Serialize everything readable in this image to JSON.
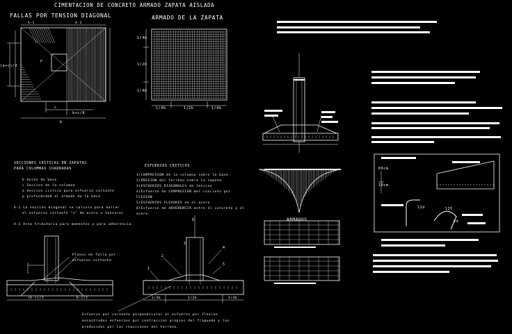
{
  "drawing": {
    "main_title": "CIMENTACION DE CONCRETO ARMADO ZAPATA AISLADA",
    "shear_title": "FALLAS POR TENSION DIAGONAL",
    "reinforcement_title": "ARMADO DE LA ZAPATA",
    "armados_label": "ARMADOS"
  },
  "plan_labels": {
    "section_a": "A-1",
    "section_b": "A-2",
    "left_dim": "(a+c)/2",
    "face_label": "F",
    "bottom_c": "c",
    "bottom_dim": "b+c/8",
    "bottom_b": "b",
    "reinf_dim_1": "1/4b",
    "reinf_dim_2": "1/2b",
    "reinf_dim_3": "1/4b",
    "reinf_left_1": "1/4b",
    "reinf_left_2": "1/2b",
    "reinf_left_3": "1/4b"
  },
  "critical_sections": {
    "title_1": "SECCIONES CRITICAS EN ZAPATAS",
    "title_2": "PARA COLUMNAS CUADRADAS",
    "items": [
      "b   Ancho de base",
      "c   Seccion de la columna",
      "a   Seccion critica para esfuerzo cortante",
      "p   profundidad al armado de la base"
    ],
    "note_1a": "A-1  La seccion diagonal se calcula para hallar",
    "note_1b": "el esfuerzo cortante \"v\" de acero o tensores",
    "note_2": "A-2  Area tributaria para momentos y para adherencia."
  },
  "critical_stresses": {
    "title": "ESFUERZOS CRITICOS",
    "items": [
      "1)COMPRESION de la columna sobre la base.",
      "2)PRESION del terreno sobre la zapata",
      "3)ESFUERZOS DIAGONALES de tension",
      "4)Esfuerzo de COMPRESION del concreto por",
      "   FLEXION",
      "5)ESFUERZOS FLEXORES en el acero",
      "6)Esfuerzo de ADHERENCIA entre el concreto y el",
      "   acero."
    ]
  },
  "section_labels": {
    "failure_note_1": "Planos de falla por",
    "failure_note_2": "esfuerzo cortante",
    "dim_left": "(b-c)/2",
    "dim_right": "b-c/2",
    "mid_dim_1": "1/4b",
    "mid_dim_2": "1/2b",
    "mid_dim_3": "1/4b",
    "callouts": [
      "1",
      "2",
      "3",
      "4",
      "5",
      "6"
    ],
    "bottom_note": [
      "Esfuerzo por cortante perpendicular al esfuerzo por flexion",
      "encontrados esfuerzos por contraccion propios del fraguado y las",
      "producidos por las reacciones del terreno."
    ]
  },
  "detail_labels": {
    "dim_80": "80cm",
    "dim_10": "10cm",
    "dim_12d": "12d",
    "dim_135": "135",
    "dim_6d": "6d"
  },
  "colors": {
    "background": "#000000",
    "lines": "#ffffff",
    "title_text": "#ffffff"
  }
}
